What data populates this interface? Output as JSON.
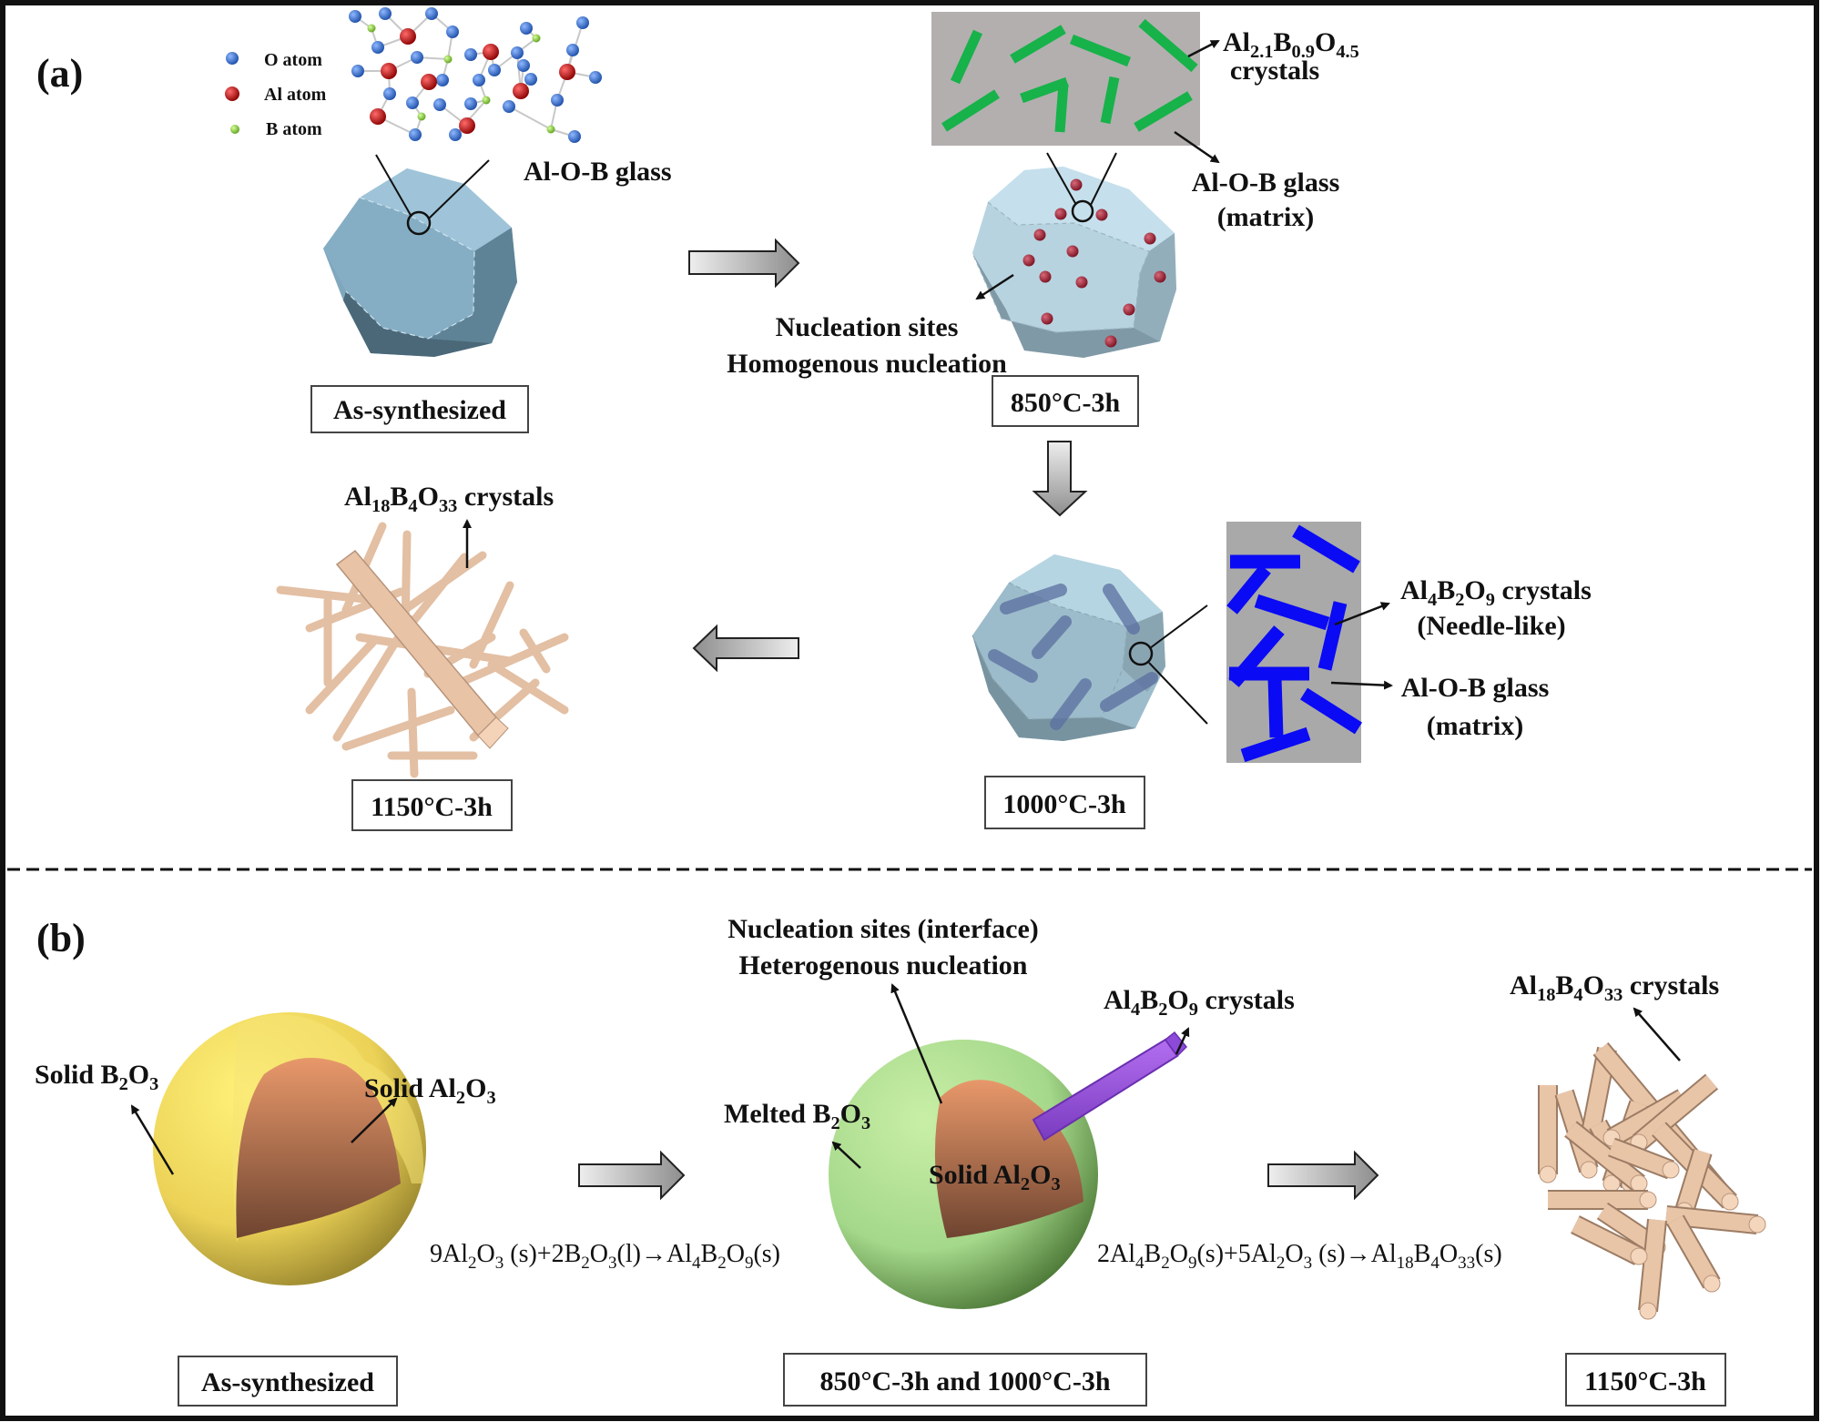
{
  "figure": {
    "panel_a": {
      "label": "(a)",
      "legend": [
        {
          "name": "O atom",
          "color": "#2f6fd0"
        },
        {
          "name": "Al atom",
          "color": "#cc1111"
        },
        {
          "name": "B atom",
          "color": "#8fd13a"
        }
      ],
      "stages": {
        "as_synthesized": {
          "box": "As-synthesized",
          "callout": "Al-O-B glass"
        },
        "t850": {
          "box": "850°C-3h",
          "crystal_label_main": "Al",
          "crystal_formula": [
            {
              "t": "Al",
              "sub": "2.1"
            },
            {
              "t": "B",
              "sub": "0.9"
            },
            {
              "t": "O",
              "sub": "4.5"
            }
          ],
          "crystal_label_line2": "crystals",
          "matrix_line1": "Al-O-B glass",
          "matrix_line2": "(matrix)",
          "nucleation_line1": "Nucleation sites",
          "nucleation_line2": "Homogenous nucleation",
          "crystal_color": "#17b24a",
          "panel_color": "#b3afaf"
        },
        "t1000": {
          "box": "1000°C-3h",
          "crystal_formula": [
            {
              "t": "Al",
              "sub": "4"
            },
            {
              "t": "B",
              "sub": "2"
            },
            {
              "t": "O",
              "sub": "9"
            }
          ],
          "crystal_suffix": " crystals",
          "crystal_line2": "(Needle-like)",
          "matrix_line1": "Al-O-B glass",
          "matrix_line2": "(matrix)",
          "crystal_color": "#0a0af5",
          "panel_color": "#a9a9a9"
        },
        "t1150": {
          "box": "1150°C-3h",
          "crystal_formula": [
            {
              "t": "Al",
              "sub": "18"
            },
            {
              "t": "B",
              "sub": "4"
            },
            {
              "t": "O",
              "sub": "33"
            }
          ],
          "crystal_suffix": " crystals"
        }
      }
    },
    "panel_b": {
      "label": "(b)",
      "stages": {
        "as_synthesized": {
          "box": "As-synthesized",
          "shell_label": [
            {
              "t": "Solid B",
              "sub": "2"
            },
            {
              "t": "O",
              "sub": "3"
            }
          ],
          "core_label": [
            {
              "t": "Solid Al",
              "sub": "2"
            },
            {
              "t": "O",
              "sub": "3"
            }
          ]
        },
        "t850_1000": {
          "box": "850°C-3h and 1000°C-3h",
          "nucleation_line1": "Nucleation sites (interface)",
          "nucleation_line2": "Heterogenous nucleation",
          "rod_label": [
            {
              "t": "Al",
              "sub": "4"
            },
            {
              "t": "B",
              "sub": "2"
            },
            {
              "t": "O",
              "sub": "9"
            },
            {
              "t": " crystals",
              "sub": ""
            }
          ],
          "shell_label": [
            {
              "t": "Melted B",
              "sub": "2"
            },
            {
              "t": "O",
              "sub": "3"
            }
          ],
          "core_label": [
            {
              "t": "Solid Al",
              "sub": "2"
            },
            {
              "t": "O",
              "sub": "3"
            }
          ]
        },
        "t1150": {
          "box": "1150°C-3h",
          "crystal_label": [
            {
              "t": "Al",
              "sub": "18"
            },
            {
              "t": "B",
              "sub": "4"
            },
            {
              "t": "O",
              "sub": "33"
            },
            {
              "t": " crystals",
              "sub": ""
            }
          ]
        }
      },
      "equations": {
        "eq1": [
          {
            "t": "9Al",
            "sub": "2"
          },
          {
            "t": "O",
            "sub": "3"
          },
          {
            "t": " (s)+2B",
            "sub": "2"
          },
          {
            "t": "O",
            "sub": "3"
          },
          {
            "t": "(l)→Al",
            "sub": "4"
          },
          {
            "t": "B",
            "sub": "2"
          },
          {
            "t": "O",
            "sub": "9"
          },
          {
            "t": "(s)",
            "sub": ""
          }
        ],
        "eq2": [
          {
            "t": "2Al",
            "sub": "4"
          },
          {
            "t": "B",
            "sub": "2"
          },
          {
            "t": "O",
            "sub": "9"
          },
          {
            "t": "(s)+5Al",
            "sub": "2"
          },
          {
            "t": "O",
            "sub": "3"
          },
          {
            "t": " (s)→Al",
            "sub": "18"
          },
          {
            "t": "B",
            "sub": "4"
          },
          {
            "t": "O",
            "sub": "33"
          },
          {
            "t": "(s)",
            "sub": ""
          }
        ]
      }
    }
  }
}
